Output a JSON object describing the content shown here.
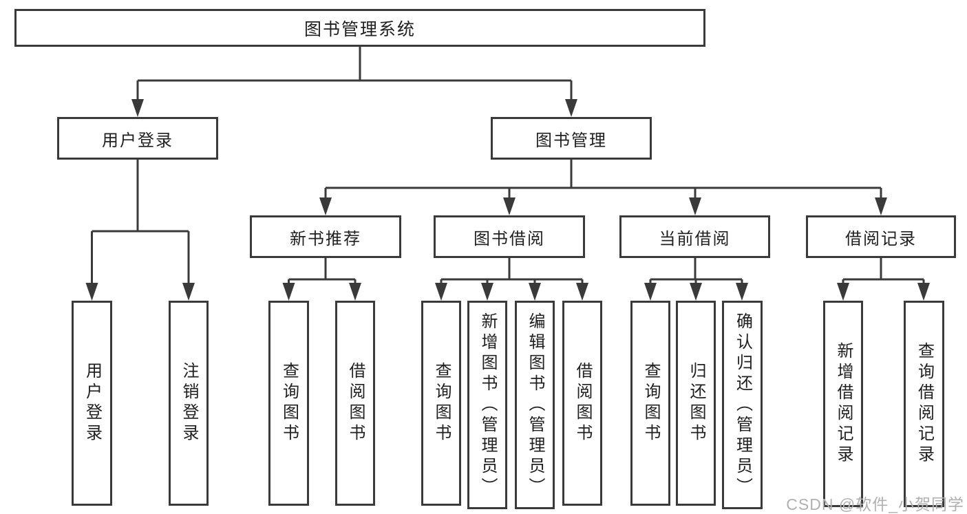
{
  "tree": {
    "label": "图书管理系统",
    "children": [
      {
        "label": "用户登录",
        "children": [
          {
            "label": "用户登录"
          },
          {
            "label": "注销登录"
          }
        ]
      },
      {
        "label": "图书管理",
        "children": [
          {
            "label": "新书推荐",
            "children": [
              {
                "label": "查询图书"
              },
              {
                "label": "借阅图书"
              }
            ]
          },
          {
            "label": "图书借阅",
            "children": [
              {
                "label": "查询图书"
              },
              {
                "label": "新增图书（管理员）"
              },
              {
                "label": "编辑图书（管理员）"
              },
              {
                "label": "借阅图书"
              }
            ]
          },
          {
            "label": "当前借阅",
            "children": [
              {
                "label": "查询图书"
              },
              {
                "label": "归还图书"
              },
              {
                "label": "确认归还（管理员）"
              }
            ]
          },
          {
            "label": "借阅记录",
            "children": [
              {
                "label": "新增借阅记录"
              },
              {
                "label": "查询借阅记录"
              }
            ]
          }
        ]
      }
    ]
  },
  "watermark": "CSDN @软件_小贺同学",
  "colors": {
    "line": "#3a3a3a",
    "text": "#1f1f1f",
    "watermark_text": "#b0b0b0",
    "background": "#ffffff"
  }
}
